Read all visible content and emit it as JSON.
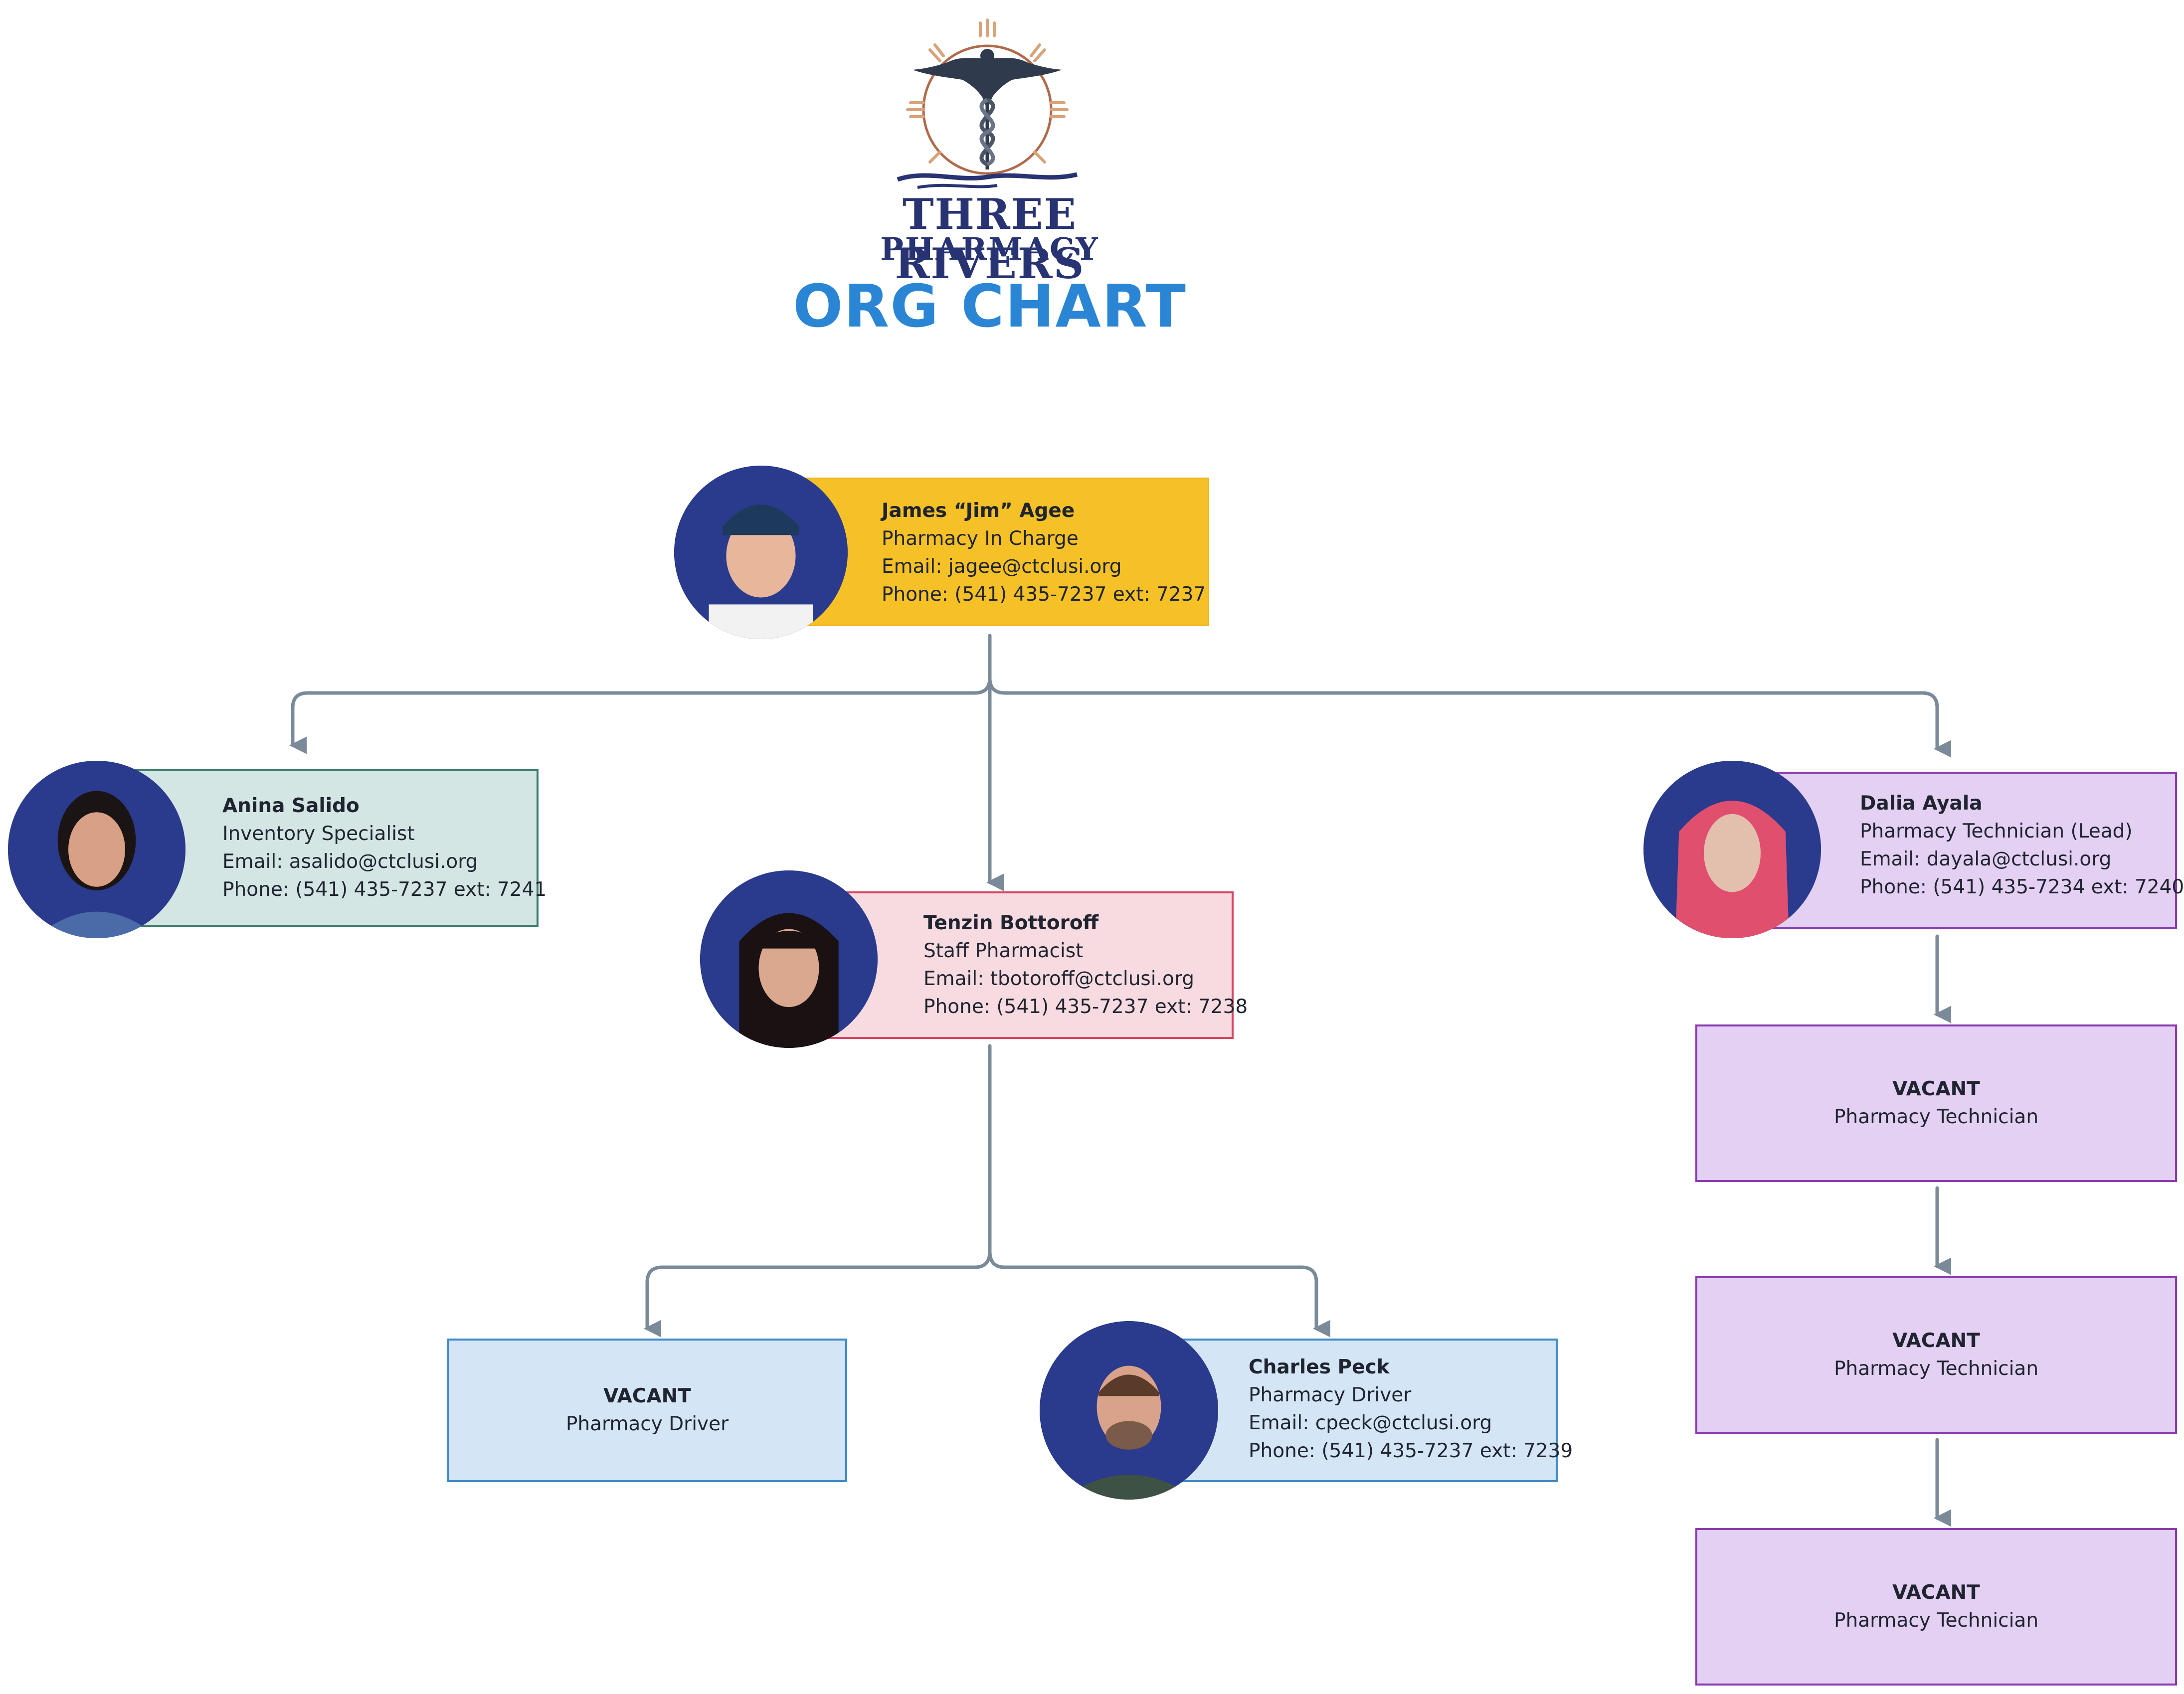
{
  "header": {
    "brand_line1": "THREE RIVERS",
    "brand_line2": "PHARMACY",
    "title": "ORG CHART"
  },
  "colors": {
    "title_blue": "#2a86d4",
    "brand_navy": "#283373",
    "connector": "#7a8a99",
    "yellow_card": "#f6c126",
    "green_card": "#d3e6e4",
    "pink_card": "#f7dbe0",
    "purple_card": "#e3d0f2",
    "blue_card": "#d4e5f5"
  },
  "people": {
    "agee": {
      "name": "James “Jim” Agee",
      "role": "Pharmacy In Charge",
      "email": "Email: jagee@ctclusi.org",
      "phone": "Phone: (541) 435-7237 ext: 7237"
    },
    "salido": {
      "name": "Anina Salido",
      "role": "Inventory Specialist",
      "email": "Email: asalido@ctclusi.org",
      "phone": "Phone: (541) 435-7237 ext: 7241"
    },
    "bottoroff": {
      "name": "Tenzin Bottoroff",
      "role": "Staff Pharmacist",
      "email": "Email: tbotoroff@ctclusi.org",
      "phone": "Phone: (541) 435-7237 ext: 7238"
    },
    "ayala": {
      "name": "Dalia Ayala",
      "role": "Pharmacy Technician (Lead)",
      "email": "Email: dayala@ctclusi.org",
      "phone": "Phone: (541) 435-7234 ext: 7240"
    },
    "peck": {
      "name": "Charles Peck",
      "role": "Pharmacy Driver",
      "email": "Email: cpeck@ctclusi.org",
      "phone": "Phone: (541) 435-7237 ext: 7239"
    }
  },
  "vacancies": [
    {
      "label": "VACANT",
      "role": "Pharmacy Driver"
    },
    {
      "label": "VACANT",
      "role": "Pharmacy Technician"
    },
    {
      "label": "VACANT",
      "role": "Pharmacy Technician"
    },
    {
      "label": "VACANT",
      "role": "Pharmacy Technician"
    }
  ]
}
